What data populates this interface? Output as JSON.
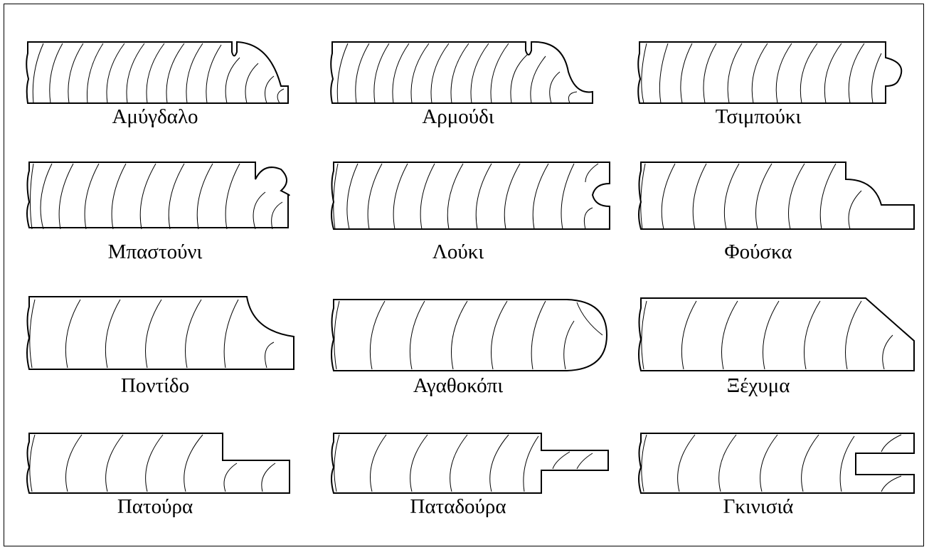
{
  "profiles": [
    {
      "id": "amygdalo",
      "label": "Αμύγδαλο",
      "icon": "almond-edge-profile-icon"
    },
    {
      "id": "armoudi",
      "label": "Αρμούδι",
      "icon": "pear-edge-profile-icon"
    },
    {
      "id": "tsimpouki",
      "label": "Τσιμπούκι",
      "icon": "pipe-bead-edge-profile-icon"
    },
    {
      "id": "mpastouni",
      "label": "Μπαστούνι",
      "icon": "cane-bead-edge-profile-icon"
    },
    {
      "id": "louki",
      "label": "Λούκι",
      "icon": "cove-groove-edge-profile-icon"
    },
    {
      "id": "fouska",
      "label": "Φούσκα",
      "icon": "bubble-edge-profile-icon"
    },
    {
      "id": "pontido",
      "label": "Ποντίδο",
      "icon": "concave-cove-edge-profile-icon"
    },
    {
      "id": "agathokopi",
      "label": "Αγαθοκόπι",
      "icon": "bullnose-edge-profile-icon"
    },
    {
      "id": "xechyma",
      "label": "Ξέχυμα",
      "icon": "chamfer-edge-profile-icon"
    },
    {
      "id": "patoura",
      "label": "Πατούρα",
      "icon": "rabbet-edge-profile-icon"
    },
    {
      "id": "pataroura",
      "label": "Παταδούρα",
      "icon": "tongue-edge-profile-icon"
    },
    {
      "id": "gkinisia",
      "label": "Γκινισιά",
      "icon": "groove-edge-profile-icon"
    }
  ],
  "style": {
    "stroke": "#000000",
    "background": "#ffffff"
  }
}
